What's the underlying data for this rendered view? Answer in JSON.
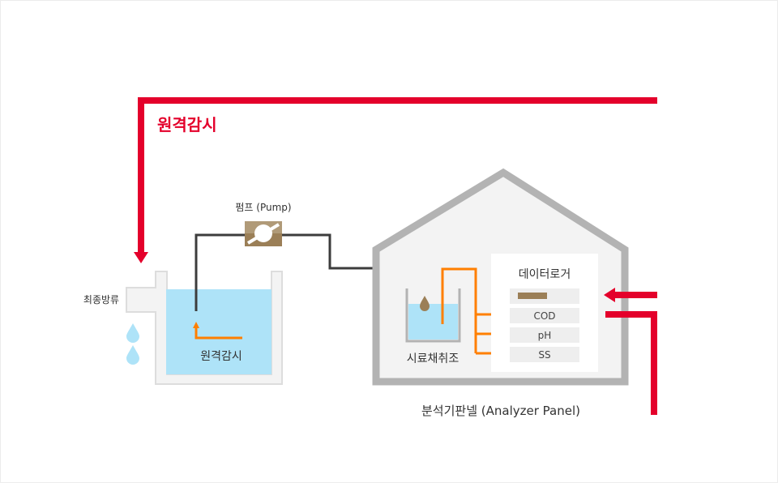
{
  "colors": {
    "remote": "#e4002b",
    "flow": "#ff7f00",
    "pipe": "#3c3c3c",
    "water": "#aee3f8",
    "pump": "#9b7f57",
    "panel": "#b3b3b3"
  },
  "remote_label": "원격감시",
  "tank": {
    "discharge_label": "최종방류",
    "label": "원격감시"
  },
  "pump": {
    "label": "펌프 (Pump)"
  },
  "analyzer": {
    "sample_tank_label": "시료채취조",
    "panel_label": "분석기판넬 (Analyzer Panel)",
    "datalogger": {
      "title": "데이터로거",
      "items": [
        "COD",
        "pH",
        "SS"
      ]
    }
  }
}
